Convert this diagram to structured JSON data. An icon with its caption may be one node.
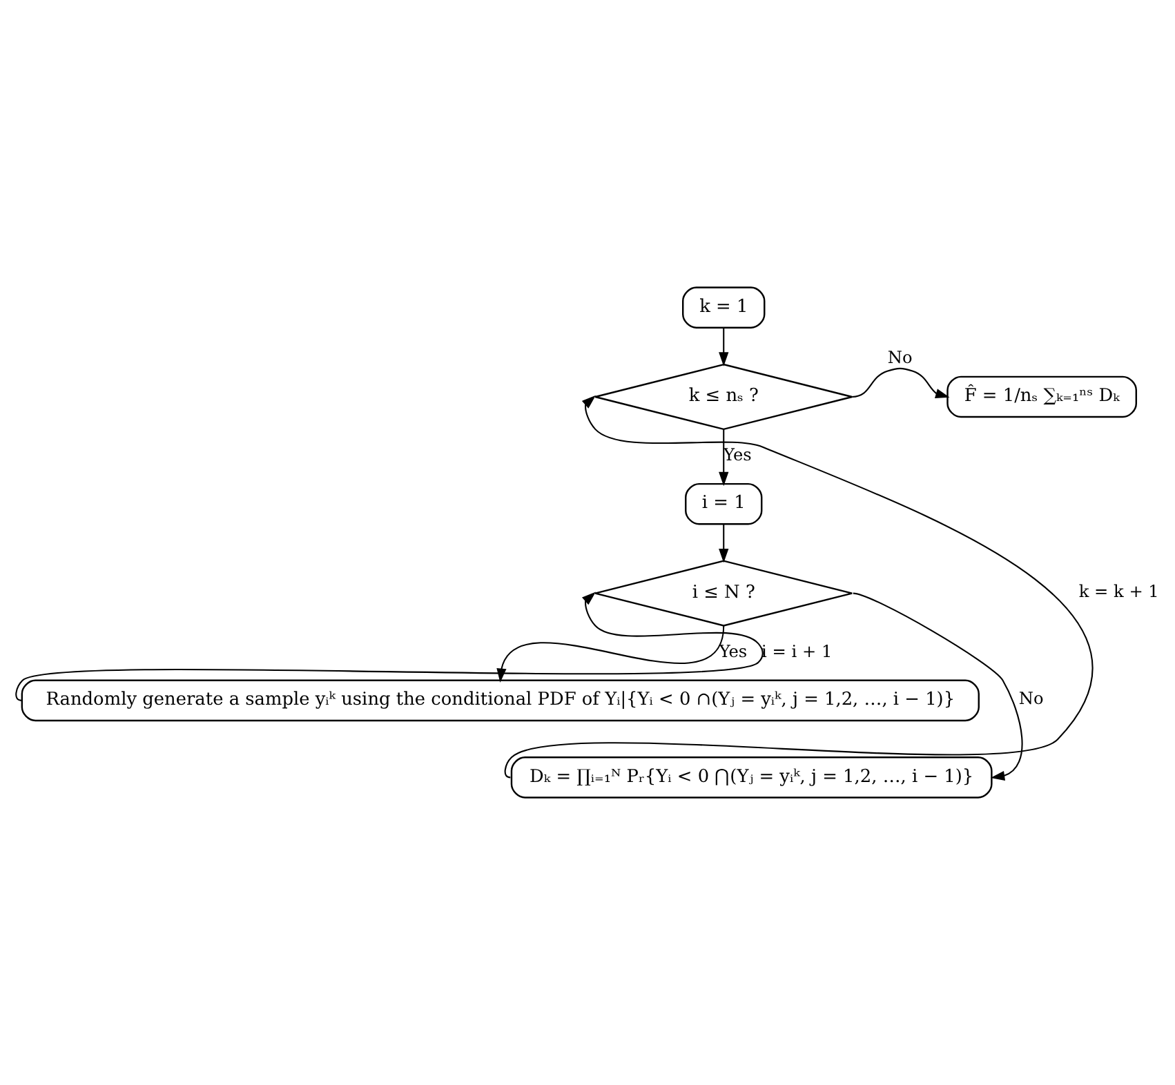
{
  "diagram": {
    "nodes": [
      {
        "text": [
          "k = 1"
        ]
      },
      {
        "text": [
          "k ≤ nₛ ?"
        ]
      },
      {
        "text": [
          "F̂ = 1/nₛ ∑ₖ₌₁ⁿˢ Dₖ"
        ]
      },
      {
        "text": [
          "i = 1"
        ]
      },
      {
        "text": [
          "i ≤ N ?"
        ]
      },
      {
        "text": [
          "Randomly generate a sample yᵢᵏ using the conditional PDF of Yᵢ|{Yᵢ < 0 ∩(Yⱼ = yᵢᵏ, j = 1,2, …, i − 1)}"
        ]
      },
      {
        "text": [
          "Dₖ = ∏ᵢ₌₁ᴺ Pᵣ{Yᵢ < 0 ⋂(Yⱼ = yᵢᵏ, j = 1,2, …, i − 1)}"
        ]
      }
    ],
    "edges": [
      {
        "from": 0,
        "to": 1,
        "arrow": "to"
      },
      {
        "from": 1,
        "to": 2,
        "arrow": "to",
        "label": "No"
      },
      {
        "from": 1,
        "to": 3,
        "arrow": "to",
        "label": "Yes"
      },
      {
        "from": 3,
        "to": 4,
        "arrow": "to"
      },
      {
        "from": 4,
        "to": 6,
        "arrow": "to",
        "label": "No"
      },
      {
        "from": 4,
        "to": 5,
        "arrow": "to",
        "label": "Yes"
      },
      {
        "from": 5,
        "to": 4,
        "arrow": "to",
        "label": "i = i + 1"
      },
      {
        "from": 6,
        "to": 1,
        "arrow": "to",
        "label": "k = k + 1"
      }
    ]
  }
}
